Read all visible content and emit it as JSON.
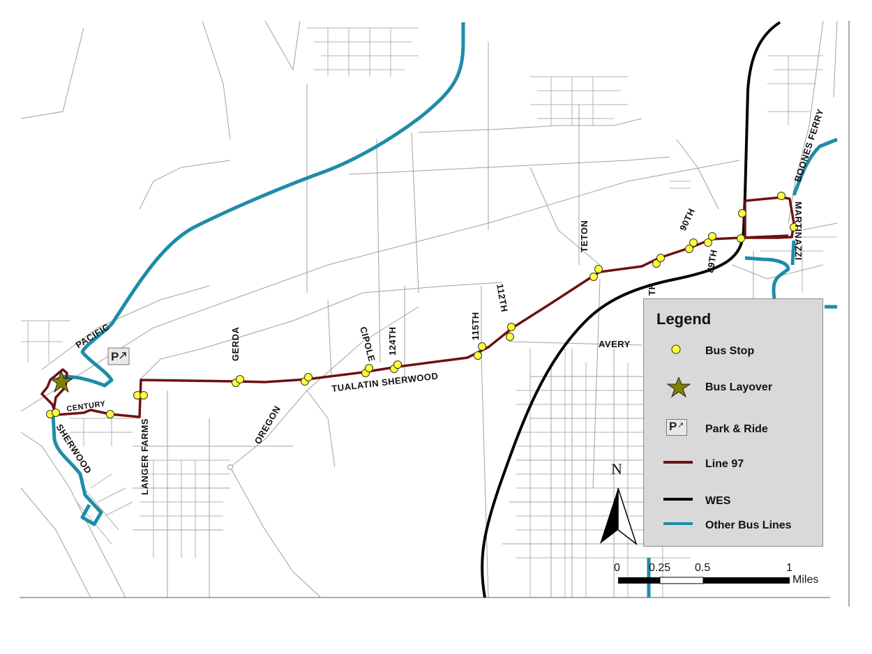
{
  "map": {
    "street_labels": [
      "PACIFIC",
      "CENTURY",
      "SHERWOOD",
      "LANGER FARMS",
      "OREGON",
      "GERDA",
      "CIPOLE",
      "124TH",
      "TUALATIN SHERWOOD",
      "115TH",
      "112TH",
      "AVERY",
      "TETON",
      "90TH",
      "89TH",
      "TH",
      "BOONES FERRY",
      "MARTINAZZI"
    ]
  },
  "legend": {
    "title": "Legend",
    "items": [
      {
        "label": "Bus Stop",
        "icon": "bus-stop-icon",
        "color": "#ffff33"
      },
      {
        "label": "Bus Layover",
        "icon": "star-icon",
        "color": "#808000"
      },
      {
        "label": "Park & Ride",
        "icon": "park-and-ride-icon"
      },
      {
        "label": "Line 97",
        "icon": "line-swatch",
        "color": "#6e1013"
      },
      {
        "label": "WES",
        "icon": "line-swatch",
        "color": "#000000"
      },
      {
        "label": "Other Bus Lines",
        "icon": "line-swatch",
        "color": "#1e8ca8"
      }
    ]
  },
  "scale_bar": {
    "ticks": [
      "0",
      "0.25",
      "0.5",
      "1"
    ],
    "unit": "Miles"
  },
  "north_arrow": {
    "label": "N"
  },
  "colors": {
    "line97": "#6e1013",
    "wes": "#000000",
    "other_bus": "#1e8ca8",
    "streets": "#9a9a9a",
    "stop_fill": "#ffff33"
  }
}
